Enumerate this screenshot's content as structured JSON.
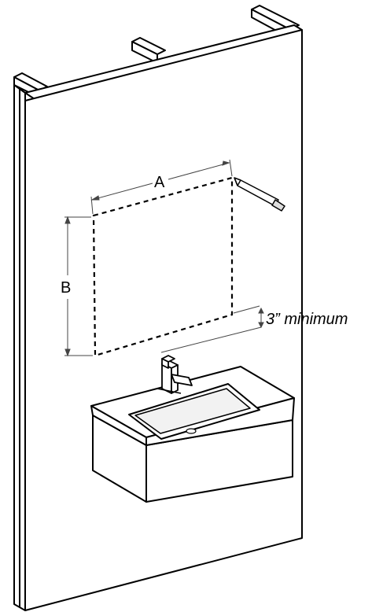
{
  "labels": {
    "width": "A",
    "height": "B",
    "clearance": "3” minimum"
  },
  "colors": {
    "line": "#000000",
    "panel": "#ffffff",
    "dimension": "#444444"
  },
  "icons": {
    "pencil": "pencil-icon",
    "faucet": "faucet-icon"
  }
}
